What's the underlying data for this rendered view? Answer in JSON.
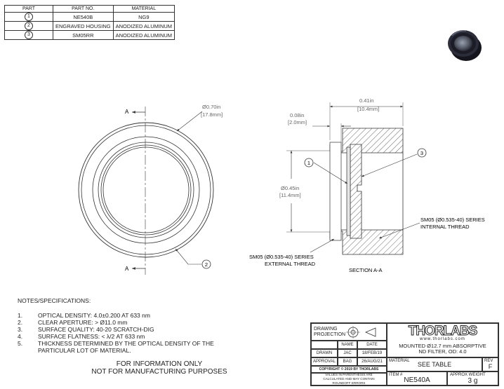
{
  "bom": {
    "headers": {
      "part": "PART",
      "part_no": "PART NO.",
      "material": "MATERIAL"
    },
    "rows": [
      {
        "part": "1",
        "part_no": "NE540B",
        "material": "NG9"
      },
      {
        "part": "2",
        "part_no": "ENGRAVED HOUSING",
        "material": "ANODIZED ALUMINUM"
      },
      {
        "part": "3",
        "part_no": "SM05RR",
        "material": "ANODIZED ALUMINUM"
      }
    ]
  },
  "front_view": {
    "section_mark": "A",
    "diameter_in": "Ø0.70in",
    "diameter_mm": "[17.8mm]",
    "callout": "2"
  },
  "section_view": {
    "width_in": "0.41in",
    "width_mm": "[10.4mm]",
    "lip_in": "0.08in",
    "lip_mm": "[2.0mm]",
    "clear_in": "Ø0.45in",
    "clear_mm": "[11.4mm]",
    "callout_1": "1",
    "callout_3": "3",
    "internal_thread_1": "SM05 (Ø0.535-40) SERIES",
    "internal_thread_2": "INTERNAL THREAD",
    "external_thread_1": "SM05 (Ø0.535-40) SERIES",
    "external_thread_2": "EXTERNAL THREAD",
    "caption": "SECTION A-A"
  },
  "notes": {
    "title": "NOTES/SPECIFICATIONS:",
    "items": [
      {
        "n": "1.",
        "text": "OPTICAL DENSITY: 4.0±0.200 AT 633 nm"
      },
      {
        "n": "2.",
        "text": "CLEAR APERTURE: > Ø11.0 mm"
      },
      {
        "n": "3.",
        "text": "SURFACE QUALITY: 40-20 SCRATCH-DIG"
      },
      {
        "n": "4.",
        "text": "SURFACE FLATNESS: < λ/2 AT 633 nm"
      },
      {
        "n": "5.",
        "text": "THICKNESS DETERMINED BY THE OPTICAL DENSITY OF THE"
      },
      {
        "n": "",
        "text": "PARTICULAR LOT OF MATERIAL."
      }
    ]
  },
  "disclaimer": {
    "line1": "FOR INFORMATION ONLY",
    "line2": "NOT FOR MANUFACTURING PURPOSES"
  },
  "title_block": {
    "projection_label": "DRAWING PROJECTION",
    "name_label": "NAME",
    "date_label": "DATE",
    "drawn_label": "DRAWN",
    "drawn_name": "JAC",
    "drawn_date": "18/FEB/19",
    "approval_label": "APPROVAL",
    "approval_name": "BAG",
    "approval_date": "26/AUG/21",
    "copyright": "COPYRIGHT © 2019 BY THORLABS",
    "values_note": "VALUES IN PARENTHESIS ARE CALCULATED AND MAY CONTAIN ROUNDOFF ERRORS",
    "logo": "THORLABS",
    "website": "www.thorlabs.com",
    "description": "MOUNTED Ø12.7 mm ABSORPTIVE ND FILTER, OD: 4.0",
    "material_label": "MATERIAL",
    "material_value": "SEE TABLE",
    "rev_label": "REV",
    "rev_value": "F",
    "item_label": "ITEM #",
    "item_value": "NE540A",
    "weight_label": "APPROX WEIGHT",
    "weight_value": "3 g"
  }
}
